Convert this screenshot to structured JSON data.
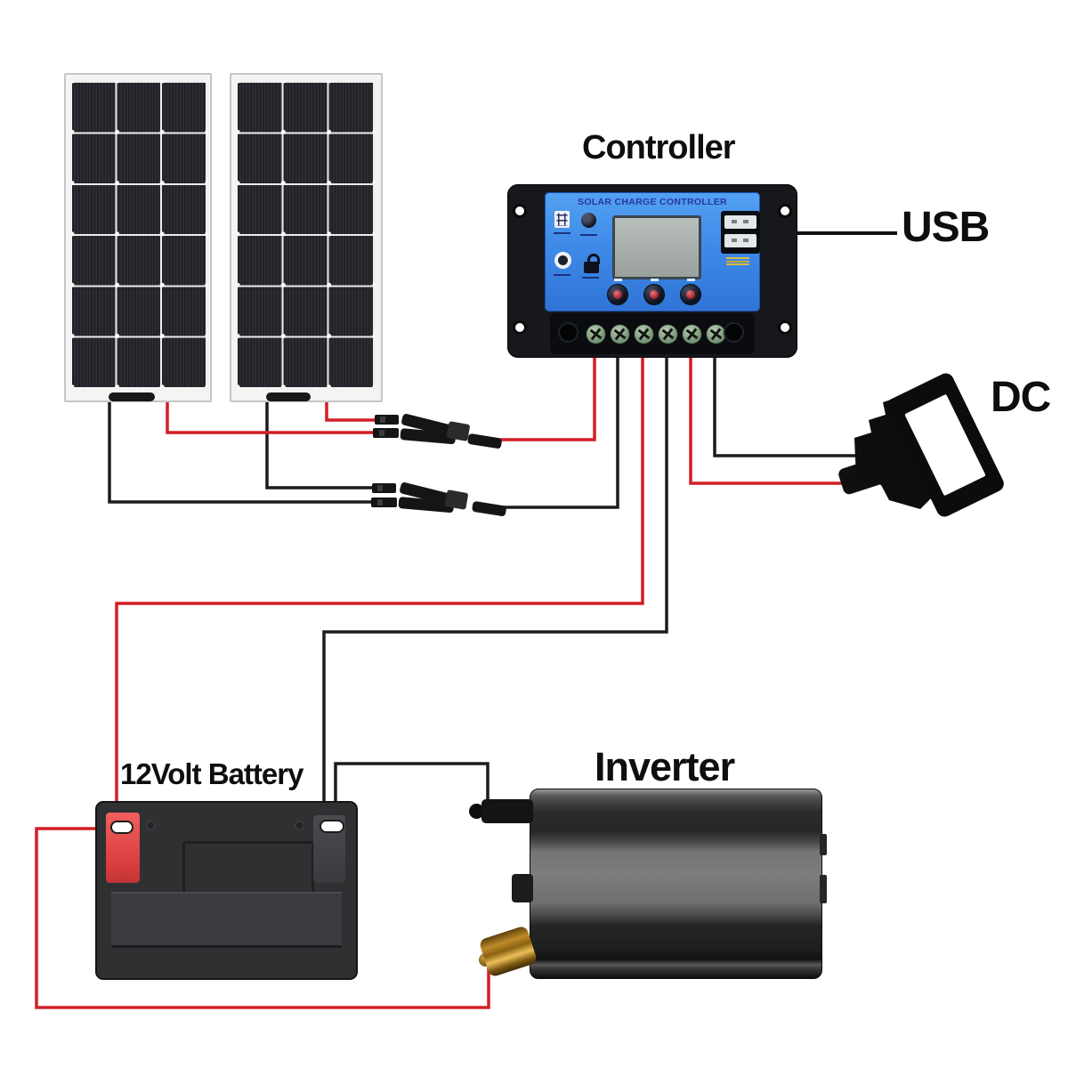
{
  "labels": {
    "controller": "Controller",
    "usb": "USB",
    "dc": "DC",
    "battery": "12Volt Battery",
    "inverter": "Inverter"
  },
  "controller": {
    "faceplate_title": "SOLAR CHARGE CONTROLLER",
    "icons": [
      "solar-panel-icon",
      "battery-knob-icon",
      "timer-gauge-icon",
      "lock-icon"
    ],
    "usb_ports": 2,
    "buttons": 3,
    "output_terminals": 6
  },
  "colors": {
    "wire_positive": "#d31f26",
    "wire_negative": "#1c1c1c",
    "callout_line": "#111111",
    "controller_face_blue": "#3f87e8",
    "battery_positive_terminal": "#e14b4b",
    "inverter_dc_terminal_gold": "#c9952f"
  }
}
